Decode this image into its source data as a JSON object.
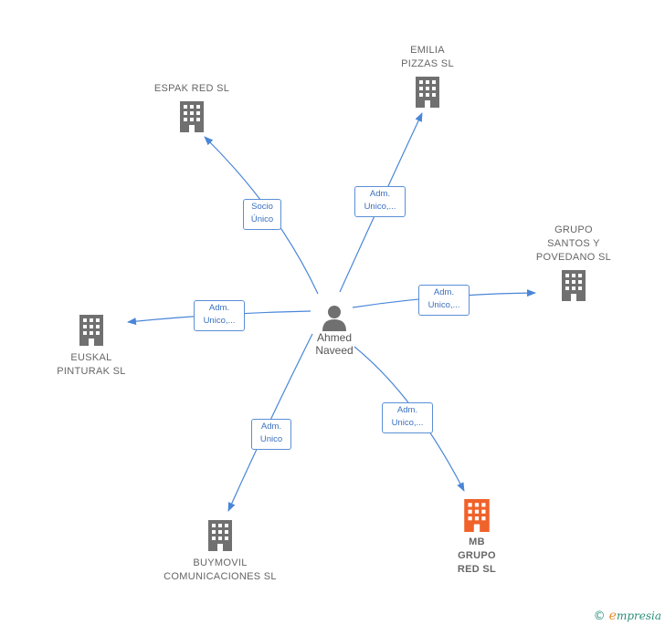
{
  "colors": {
    "edge": "#4a86d8",
    "building": "#707070",
    "main_building": "#f0622a",
    "person": "#707070"
  },
  "person": {
    "name": "Ahmed\nNaveed",
    "icon": "person-icon"
  },
  "companies": [
    {
      "id": "espak",
      "name": "ESPAK RED  SL",
      "icon": "building-icon"
    },
    {
      "id": "emilia",
      "name": "EMILIA\nPIZZAS  SL",
      "icon": "building-icon"
    },
    {
      "id": "grupo-santos",
      "name": "GRUPO\nSANTOS Y\nPOVEDANO SL",
      "icon": "building-icon"
    },
    {
      "id": "euskal",
      "name": "EUSKAL\nPINTURAK  SL",
      "icon": "building-icon"
    },
    {
      "id": "buymovil",
      "name": "BUYMOVIL\nCOMUNICACIONES SL",
      "icon": "building-icon"
    },
    {
      "id": "mb-grupo",
      "name": "MB\nGRUPO\nRED  SL",
      "icon": "building-icon",
      "main": true
    }
  ],
  "edges": [
    {
      "to": "espak",
      "label": "Socio\nÚnico"
    },
    {
      "to": "emilia",
      "label": "Adm.\nUnico,..."
    },
    {
      "to": "grupo-santos",
      "label": "Adm.\nUnico,..."
    },
    {
      "to": "euskal",
      "label": "Adm.\nUnico,..."
    },
    {
      "to": "buymovil",
      "label": "Adm.\nUnico"
    },
    {
      "to": "mb-grupo",
      "label": "Adm.\nUnico,..."
    }
  ],
  "footer": {
    "copyright": "©",
    "brand_initial": "e",
    "brand_rest": "mpresia"
  }
}
